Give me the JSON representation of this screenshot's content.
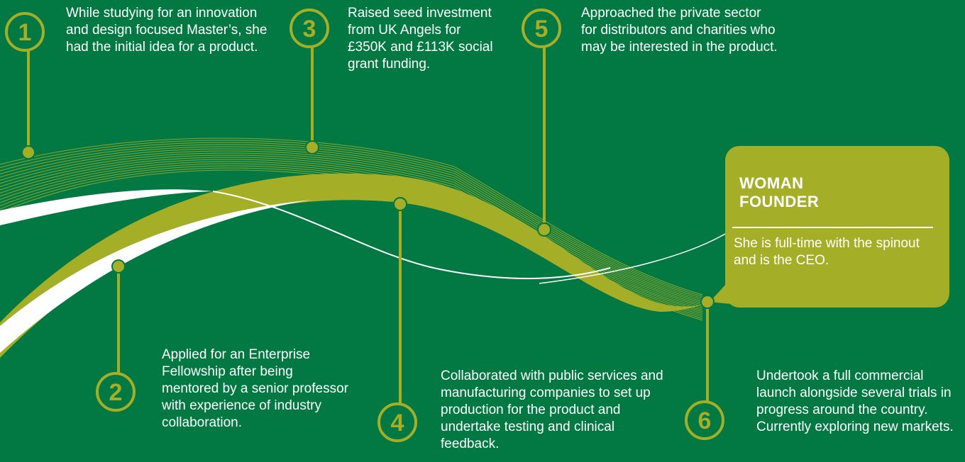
{
  "steps": [
    {
      "number": "1",
      "text": "While studying for an innovation and design focused Master’s, she had the initial idea for a product."
    },
    {
      "number": "2",
      "text": "Applied for an Enterprise Fellowship after being mentored by a senior professor with experience of industry collaboration."
    },
    {
      "number": "3",
      "text": "Raised seed investment from UK Angels for £350K and £113K social grant funding."
    },
    {
      "number": "4",
      "text": "Collaborated with public services and manufacturing companies to set up production for the product and undertake testing and clinical feedback."
    },
    {
      "number": "5",
      "text": "Approached the private sector for distributors and charities who may be interested in the product."
    },
    {
      "number": "6",
      "text": "Undertook a full commercial launch alongside several trials in progress around the country. Currently exploring new markets."
    }
  ],
  "founder_card": {
    "title": "WOMAN FOUNDER",
    "description": "She is full-time with the spinout and is the CEO."
  },
  "colors": {
    "background": "#027843",
    "accent": "#a5ae27",
    "text": "#ffffff"
  }
}
